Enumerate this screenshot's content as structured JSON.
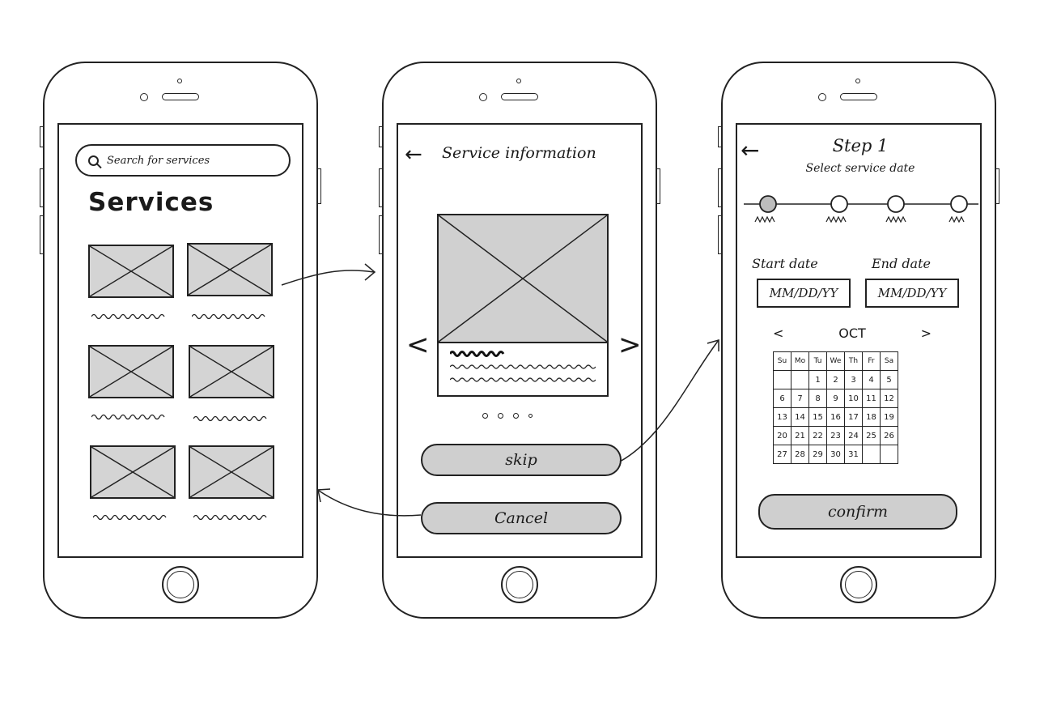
{
  "screen1": {
    "search_placeholder": "Search for services",
    "title": "Services"
  },
  "screen2": {
    "title": "Service information",
    "prev": "<",
    "next": ">",
    "skip": "skip",
    "cancel": "Cancel"
  },
  "screen3": {
    "step": "Step 1",
    "subtitle": "Select service date",
    "start_label": "Start date",
    "end_label": "End date",
    "start_placeholder": "MM/DD/YY",
    "end_placeholder": "MM/DD/YY",
    "month": "OCT",
    "prev": "<",
    "next": ">",
    "weekdays": [
      "Su",
      "Mo",
      "Tu",
      "We",
      "Th",
      "Fr",
      "Sa"
    ],
    "weeks": [
      [
        "",
        "",
        "1",
        "2",
        "3",
        "4",
        "5"
      ],
      [
        "6",
        "7",
        "8",
        "9",
        "10",
        "11",
        "12"
      ],
      [
        "13",
        "14",
        "15",
        "16",
        "17",
        "18",
        "19"
      ],
      [
        "20",
        "21",
        "22",
        "23",
        "24",
        "25",
        "26"
      ],
      [
        "27",
        "28",
        "29",
        "30",
        "31",
        "",
        ""
      ]
    ],
    "confirm": "confirm"
  },
  "colors": {
    "stroke": "#222222",
    "fill": "#d0d0d0",
    "background": "#ffffff"
  }
}
